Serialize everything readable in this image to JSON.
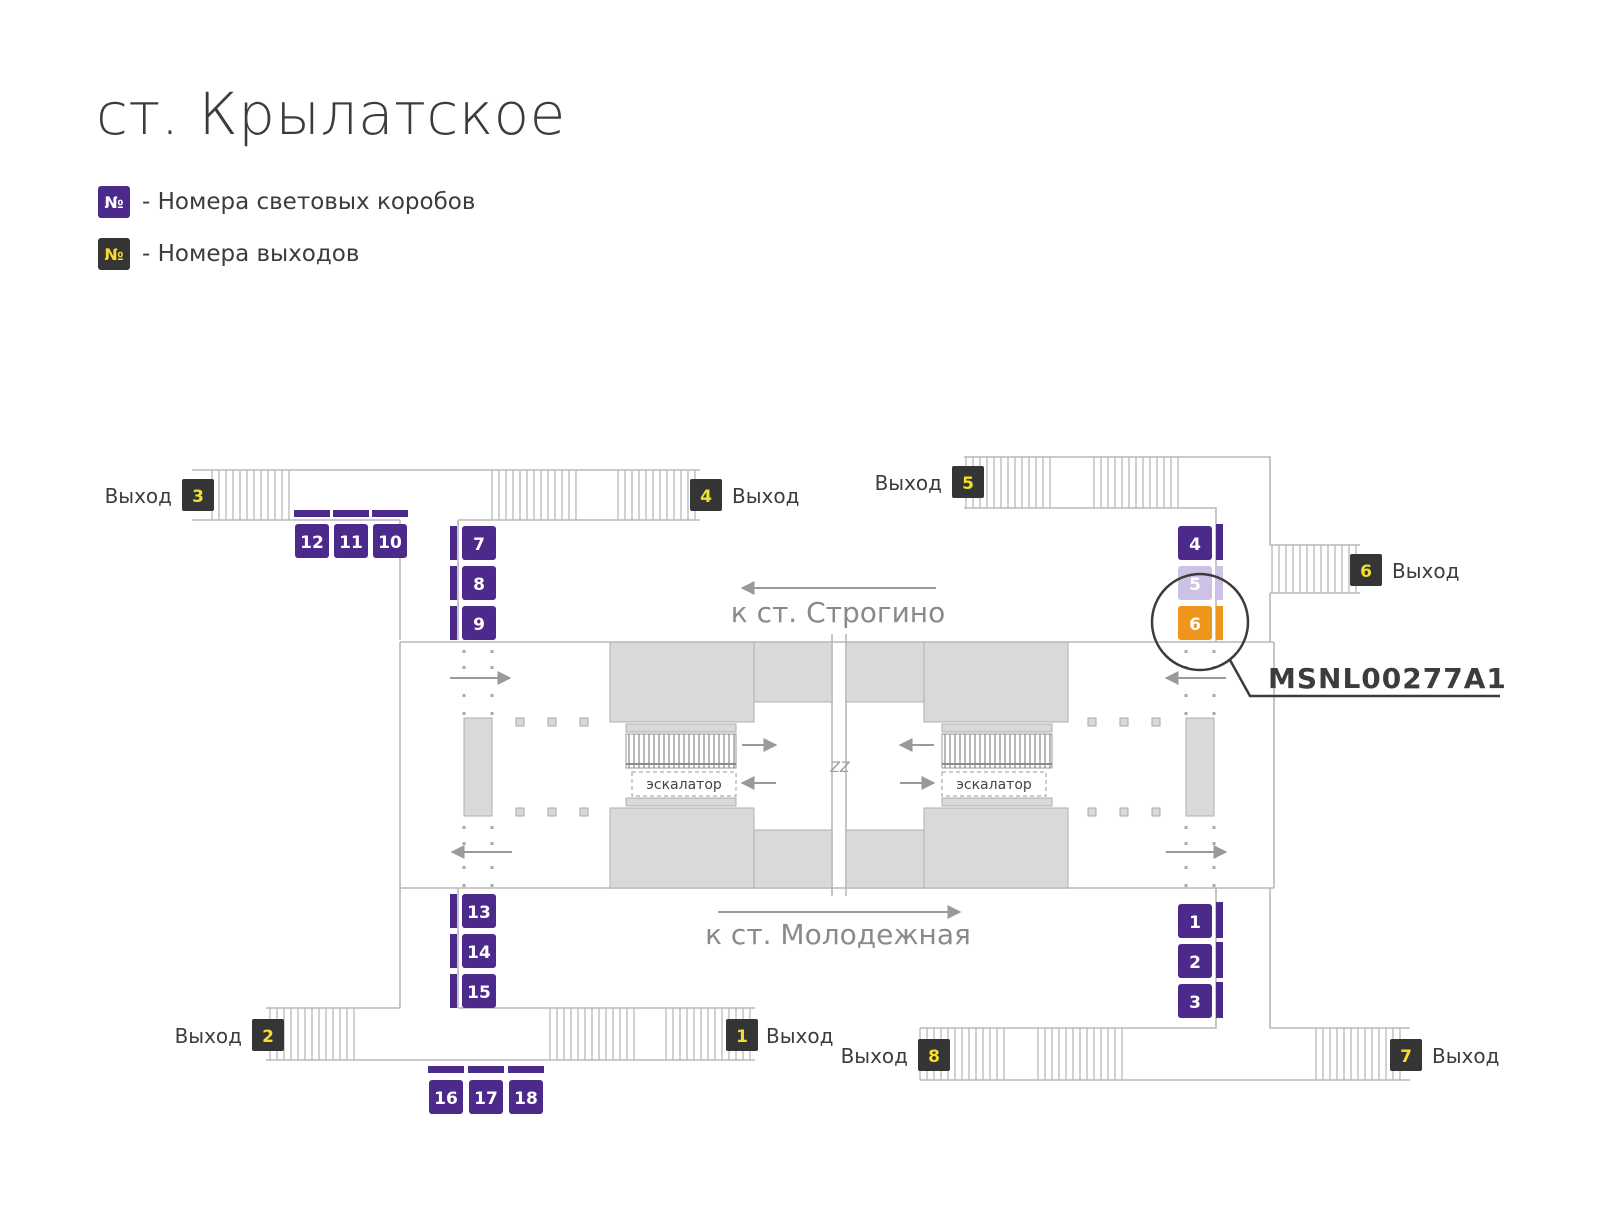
{
  "title": "ст. Крылатское",
  "legend": {
    "symbol": "№",
    "boxes_label": "- Номера световых коробов",
    "exits_label": "- Номера выходов"
  },
  "colors": {
    "box": "#4b2a8c",
    "box_faded": "#cdc2e6",
    "exit_badge": "#353535",
    "exit_number": "#f5df2d",
    "highlight": "#f0951c",
    "line": "#b8b8b8",
    "block": "#d9d9d9"
  },
  "direction_labels": {
    "top": "к ст. Строгино",
    "bottom": "к ст. Молодежная"
  },
  "escalator_label": "эскалатор",
  "track_gap_mark": "ZZ",
  "exit_word": "Выход",
  "exits": [
    "1",
    "2",
    "3",
    "4",
    "5",
    "6",
    "7",
    "8"
  ],
  "boxes": [
    "1",
    "2",
    "3",
    "4",
    "5",
    "6",
    "7",
    "8",
    "9",
    "10",
    "11",
    "12",
    "13",
    "14",
    "15",
    "16",
    "17",
    "18"
  ],
  "highlight": {
    "box": "6",
    "code": "MSNL00277A1"
  }
}
